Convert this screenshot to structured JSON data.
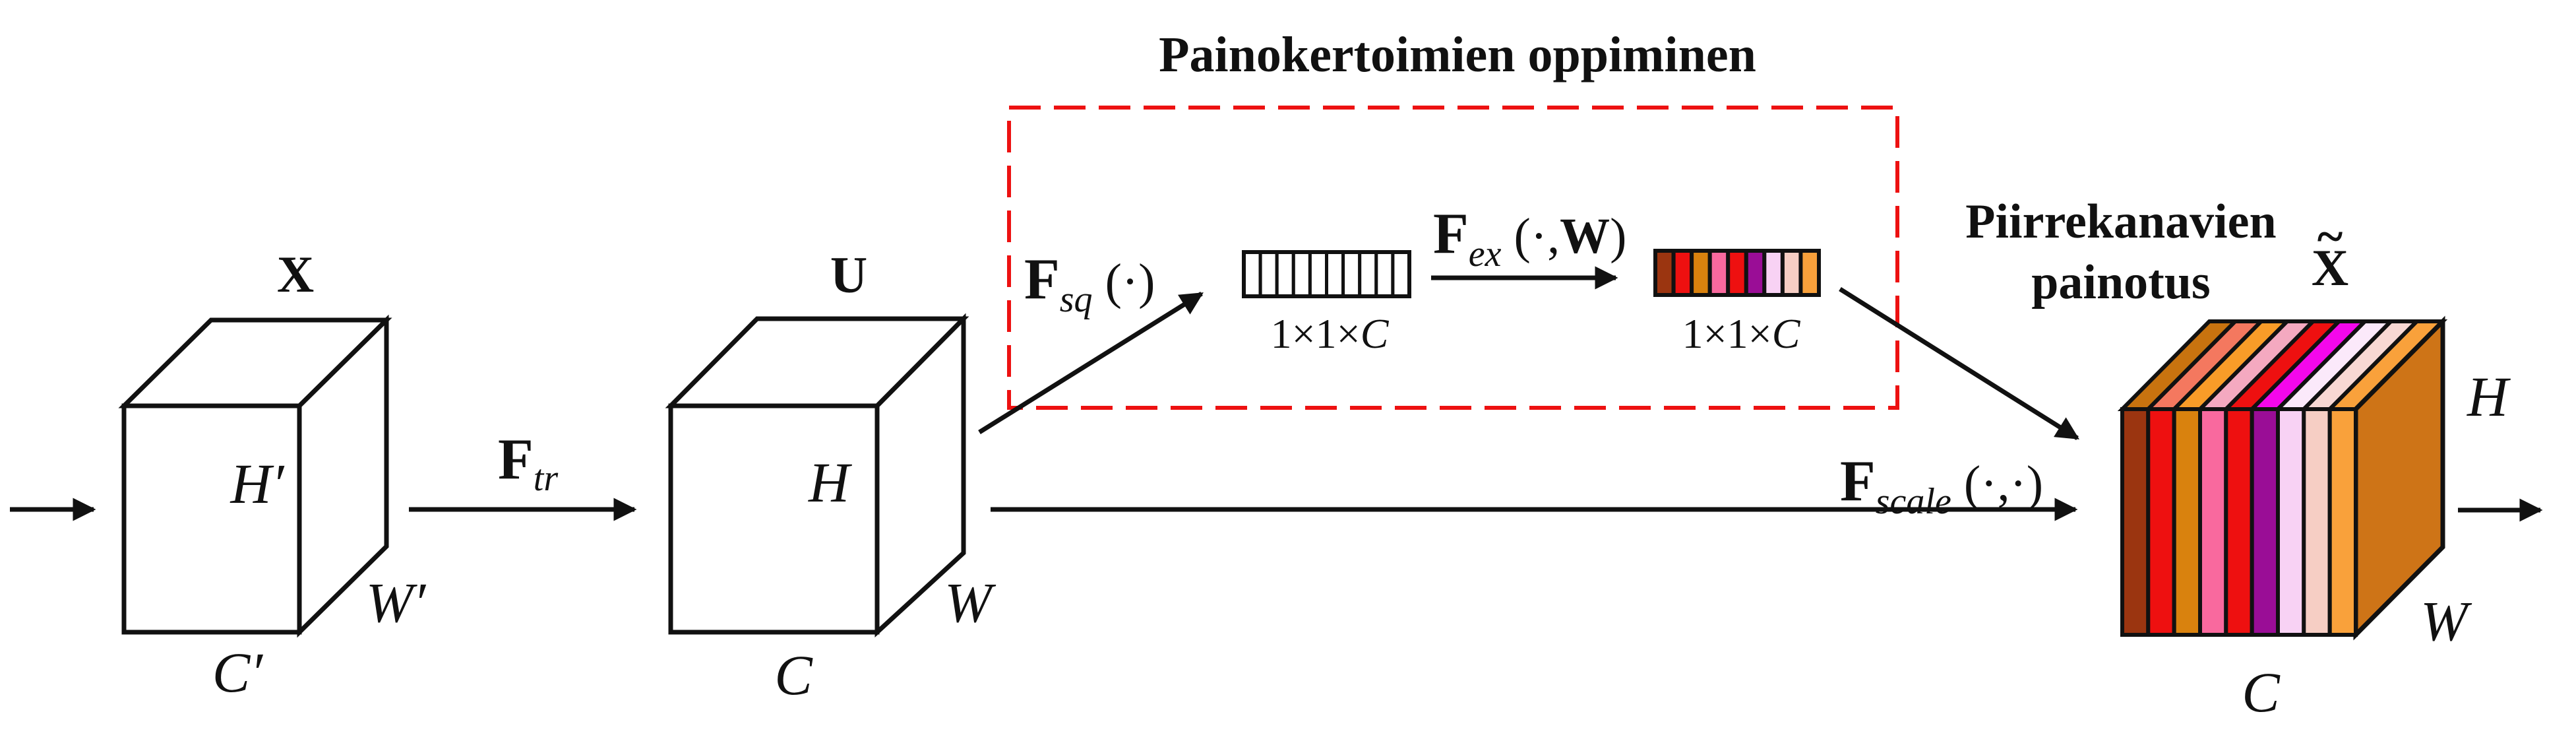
{
  "titles": {
    "weights_learning": "Painokertoimien oppiminen",
    "channel_weighting_line1": "Piirrekanavien",
    "channel_weighting_line2": "painotus"
  },
  "colors": {
    "accent_red": "#ED1111",
    "line_black": "#111111"
  },
  "input_tensor": {
    "name": "X",
    "height_label": "H′",
    "width_label": "W′",
    "channels_label": "C′"
  },
  "transformed_tensor": {
    "name": "U",
    "height_label": "H",
    "width_label": "W",
    "channels_label": "C"
  },
  "weighted_tensor": {
    "name": "X",
    "tilde": "~",
    "height_label": "H",
    "width_label": "W",
    "channels_label": "C",
    "side_color": "#CE7417",
    "front_colors": [
      "#9B3510",
      "#EE1010",
      "#D9820E",
      "#F9699E",
      "#EE1010",
      "#9A0D96",
      "#F8D2F4",
      "#F6CEC4",
      "#F9A13B"
    ],
    "top_colors": [
      "#C8730F",
      "#F4785F",
      "#F89C28",
      "#F4A9C0",
      "#EE1010",
      "#F407EB",
      "#FBE9FA",
      "#F8D8D3",
      "#F9A13B"
    ]
  },
  "operations": {
    "transform": {
      "f": "F",
      "sub": "tr"
    },
    "squeeze": {
      "f": "F",
      "sub": "sq",
      "args": " (·)"
    },
    "excitation": {
      "f": "F",
      "sub": "ex",
      "args_pre": " (·,",
      "arg_w": "W",
      "args_post": ")"
    },
    "scale": {
      "f": "F",
      "sub": "scale",
      "args": " (·,·)"
    }
  },
  "squeeze_bar": {
    "cells": 10,
    "dims_pre": "1×1×",
    "dims_c": "C"
  },
  "excitation_bar": {
    "cells": 9,
    "colors": [
      "#9B3510",
      "#EE1010",
      "#D9820E",
      "#F9699E",
      "#EE1010",
      "#9A0D96",
      "#F8D2F4",
      "#F6CEC4",
      "#F9A13B"
    ],
    "dims_pre": "1×1×",
    "dims_c": "C"
  }
}
